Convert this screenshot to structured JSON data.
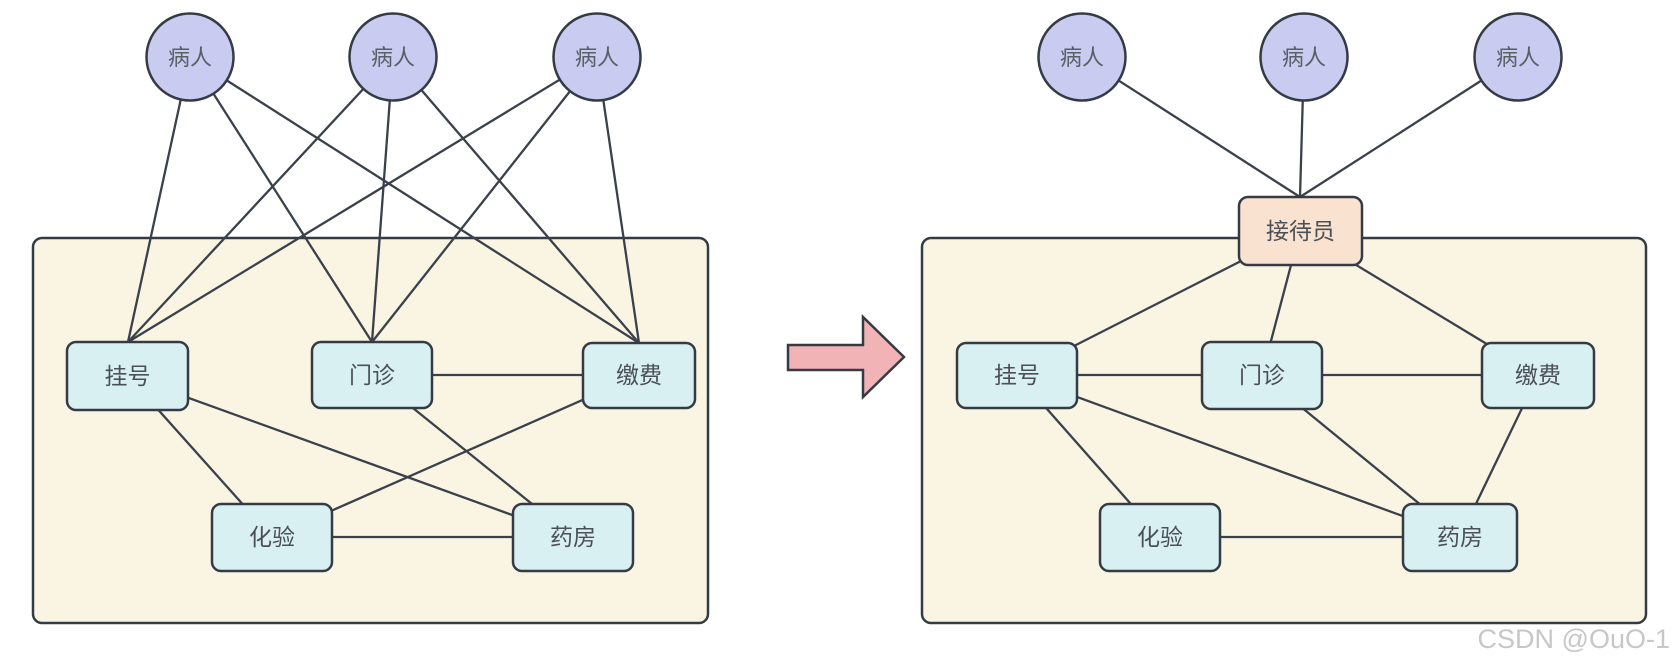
{
  "watermark": "CSDN @OuO-1",
  "colors": {
    "container_fill": "#faf5e3",
    "container_stroke": "#3b414b",
    "service_node_fill": "#d9f0f2",
    "patient_node_fill": "#c9cbf1",
    "receptionist_node_fill": "#f9e3d0",
    "arrow_fill": "#f2b3b6",
    "edge_color": "#3b414b",
    "label_color": "#4b5056",
    "watermark_color": "#c7c7ca"
  },
  "left_diagram": {
    "patients": [
      "病人",
      "病人",
      "病人"
    ],
    "nodes": {
      "registration": "挂号",
      "outpatient": "门诊",
      "payment": "缴费",
      "lab": "化验",
      "pharmacy": "药房"
    },
    "edges": [
      [
        "patient-1",
        "registration"
      ],
      [
        "patient-1",
        "outpatient"
      ],
      [
        "patient-1",
        "payment"
      ],
      [
        "patient-2",
        "registration"
      ],
      [
        "patient-2",
        "outpatient"
      ],
      [
        "patient-2",
        "payment"
      ],
      [
        "patient-3",
        "registration"
      ],
      [
        "patient-3",
        "outpatient"
      ],
      [
        "patient-3",
        "payment"
      ],
      [
        "registration",
        "lab"
      ],
      [
        "registration",
        "pharmacy"
      ],
      [
        "outpatient",
        "payment"
      ],
      [
        "outpatient",
        "pharmacy"
      ],
      [
        "payment",
        "lab"
      ],
      [
        "lab",
        "pharmacy"
      ]
    ]
  },
  "right_diagram": {
    "patients": [
      "病人",
      "病人",
      "病人"
    ],
    "receptionist": "接待员",
    "nodes": {
      "registration": "挂号",
      "outpatient": "门诊",
      "payment": "缴费",
      "lab": "化验",
      "pharmacy": "药房"
    },
    "edges": [
      [
        "patient-1",
        "receptionist"
      ],
      [
        "patient-2",
        "receptionist"
      ],
      [
        "patient-3",
        "receptionist"
      ],
      [
        "receptionist",
        "registration"
      ],
      [
        "receptionist",
        "outpatient"
      ],
      [
        "receptionist",
        "payment"
      ],
      [
        "registration",
        "outpatient"
      ],
      [
        "outpatient",
        "payment"
      ],
      [
        "registration",
        "lab"
      ],
      [
        "registration",
        "pharmacy"
      ],
      [
        "outpatient",
        "pharmacy"
      ],
      [
        "payment",
        "pharmacy"
      ],
      [
        "lab",
        "pharmacy"
      ]
    ]
  }
}
